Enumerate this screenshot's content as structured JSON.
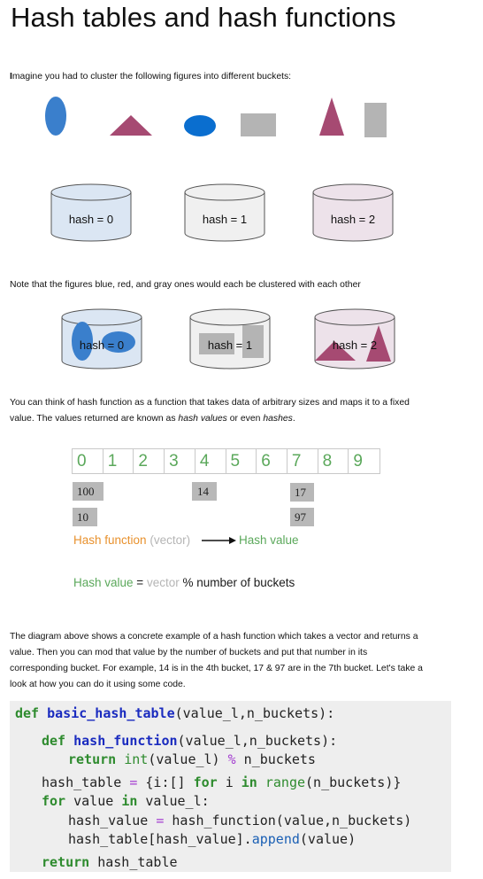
{
  "title": "Hash tables and hash functions",
  "intro": {
    "first_letter": "I",
    "rest": "magine you had to cluster the following figures into different buckets:"
  },
  "buckets": [
    "hash = 0",
    "hash = 1",
    "hash = 2"
  ],
  "colors": {
    "blue": "#3a7fcc",
    "red": "#a64a72",
    "gray": "#b4b4b4",
    "green": "#5ba85b",
    "orange": "#e8912d"
  },
  "note": "Note that the figures blue, red, and gray ones would each be clustered with each other",
  "definition": {
    "text1": "You can think of hash function as a function that takes data of arbitrary sizes and maps it to a fixed",
    "text2_a": "value. The values returned are known as ",
    "text2_italic1": "hash values",
    "text2_b": " or even ",
    "text2_italic2": "hashes",
    "text2_c": "."
  },
  "strip": {
    "digits": [
      "0",
      "1",
      "2",
      "3",
      "4",
      "5",
      "6",
      "7",
      "8",
      "9"
    ]
  },
  "values": {
    "b0_top": "100",
    "b0_bottom": "10",
    "b4": "14",
    "b7_top": "17",
    "b7_bottom": "97"
  },
  "formula1": {
    "hash_function": "Hash function",
    "open": " (",
    "vector": "vector",
    "close": ")",
    "hash_value": "Hash value"
  },
  "formula2": {
    "hash_value": "Hash value",
    "eq": " = ",
    "vector": "vector",
    "rest": " % number of buckets"
  },
  "explanation": [
    "The diagram above shows a concrete example of a hash function which takes a vector and returns a",
    "value. Then you can mod that value by the number of buckets and put that number in its",
    "corresponding bucket. For example, 14 is in the 4th bucket, 17 & 97 are in the 7th bucket. Let's take a",
    "look at how you can do it using some code."
  ],
  "code": {
    "def": "def",
    "func_name": "basic_hash_table",
    "func_args": "(value_l,n_buckets):",
    "inner_func": "hash_function",
    "inner_args": "(value_l,n_buckets):",
    "return": "return",
    "int": "int",
    "int_arg": "(value_l) ",
    "mod": "%",
    "mod_rest": " n_buckets",
    "ht_assign": "hash_table ",
    "eq": "=",
    "dict_open": " {i:[] ",
    "for": "for",
    "i": " i ",
    "in": "in",
    "range": "range",
    "range_args": "(n_buckets)}",
    "for_var": " value ",
    "value_l": " value_l:",
    "hv_assign": "hash_value ",
    "hv_call": " hash_function(value,n_buckets)",
    "append_pre": "hash_table[hash_value].",
    "append": "append",
    "append_post": "(value)",
    "ret_val": " hash_table"
  }
}
